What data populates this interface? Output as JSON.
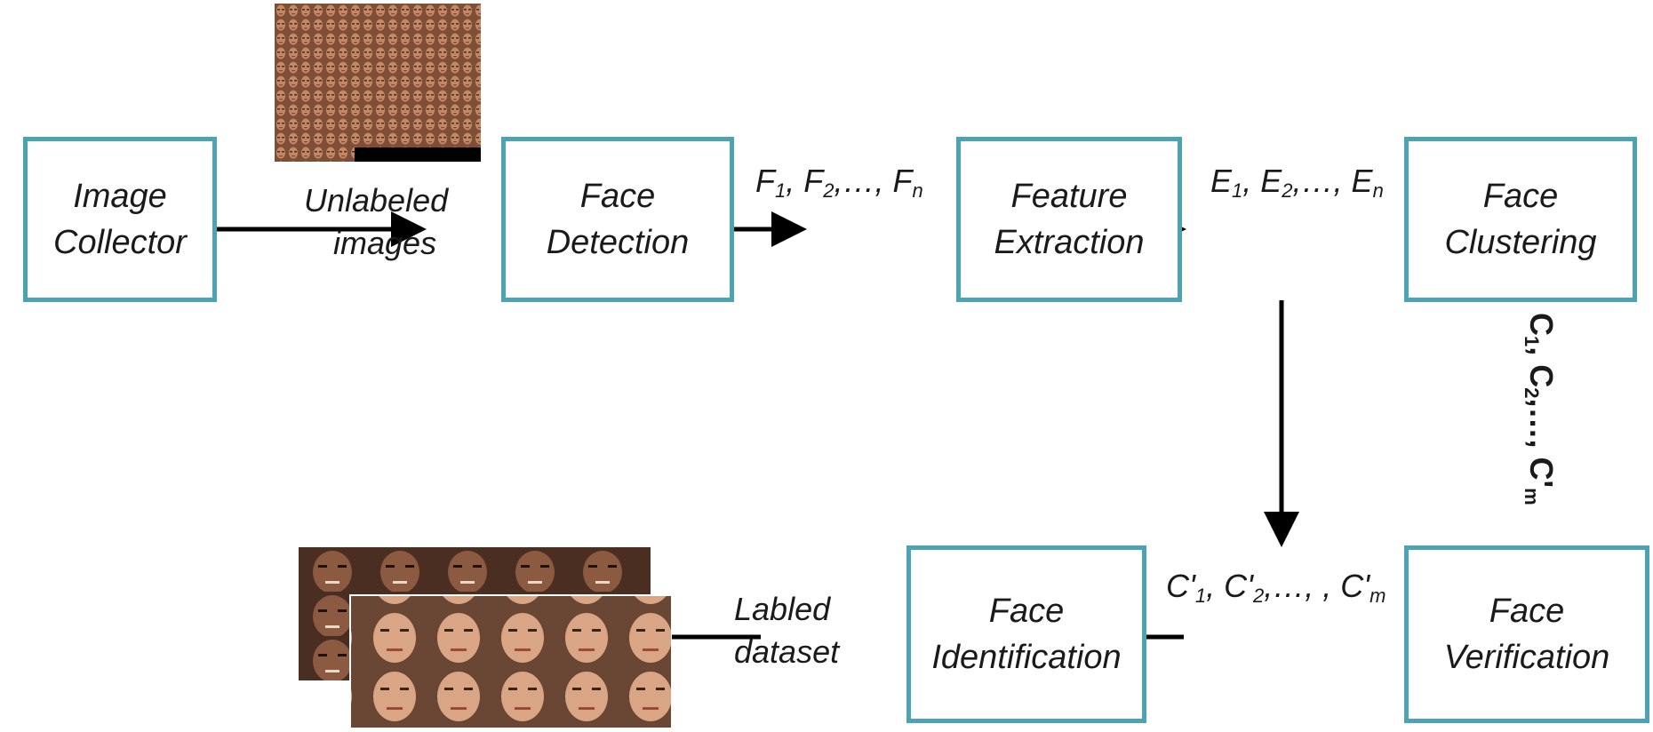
{
  "boxes": {
    "image_collector": [
      "Image",
      "Collector"
    ],
    "face_detection": [
      "Face",
      "Detection"
    ],
    "feature_extraction": [
      "Feature",
      "Extraction"
    ],
    "face_clustering": [
      "Face",
      "Clustering"
    ],
    "face_verification": [
      "Face",
      "Verification"
    ],
    "face_identification": [
      "Face",
      "Identification"
    ]
  },
  "edges": {
    "unlabeled": [
      "Unlabeled",
      "images"
    ],
    "f_seq": {
      "a": "F",
      "a_sub": "1",
      "b": ", F",
      "b_sub": "2",
      "c": ",…, F",
      "c_sub": "n"
    },
    "e_seq": {
      "a": "E",
      "a_sub": "1",
      "b": ", E",
      "b_sub": "2",
      "c": ",…, E",
      "c_sub": "n"
    },
    "c_seq": {
      "a": "C",
      "a_sub": "1",
      "b": ", C",
      "b_sub": "2",
      "c": ",…, C'",
      "c_sub": "m"
    },
    "cprime_seq": {
      "a": "C'",
      "a_sub": "1",
      "b": ", C'",
      "b_sub": "2",
      "c": ",…, , C'",
      "c_sub": "m"
    },
    "labeled": [
      "Labled",
      "dataset"
    ]
  },
  "colors": {
    "box_border": "#4ba3b3",
    "arrow": "#000000"
  }
}
